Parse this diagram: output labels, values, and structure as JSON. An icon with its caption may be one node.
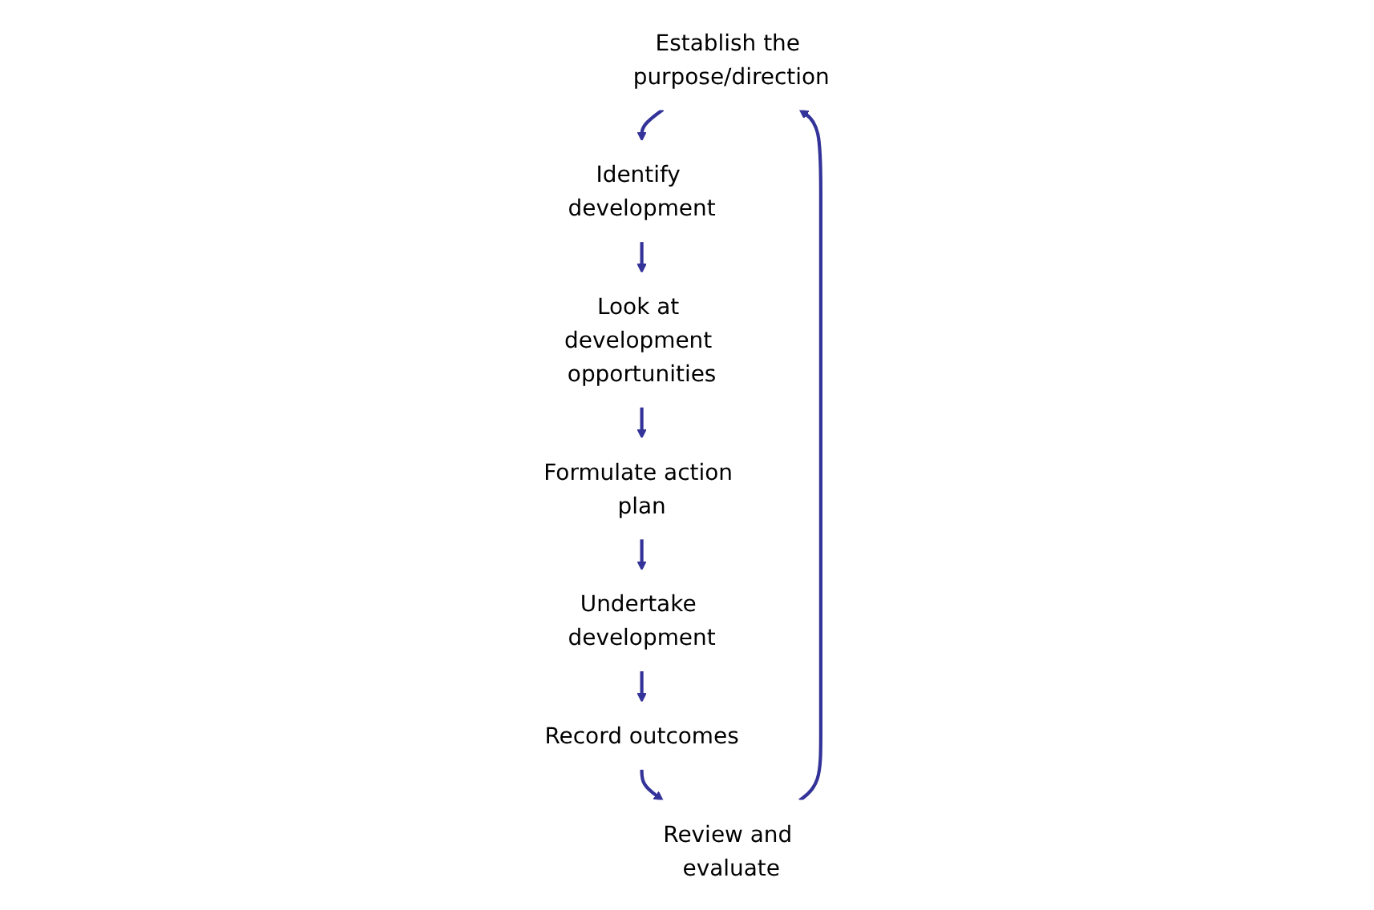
{
  "diagram": {
    "nodes": [
      {
        "text": [
          "Establish the purpose/direction"
        ]
      },
      {
        "text": [
          "Identify development"
        ]
      },
      {
        "text": [
          "Look at development opportunities"
        ]
      },
      {
        "text": [
          "Formulate action plan"
        ]
      },
      {
        "text": [
          "Undertake development"
        ]
      },
      {
        "text": [
          "Record outcomes"
        ]
      },
      {
        "text": [
          "Review and evaluate"
        ]
      }
    ],
    "edges": [
      {
        "from": 0,
        "to": 1,
        "arrow": "to"
      },
      {
        "from": 1,
        "to": 2,
        "arrow": "to"
      },
      {
        "from": 2,
        "to": 3,
        "arrow": "to"
      },
      {
        "from": 3,
        "to": 4,
        "arrow": "to"
      },
      {
        "from": 4,
        "to": 5,
        "arrow": "to"
      },
      {
        "from": 5,
        "to": 6,
        "arrow": "to"
      },
      {
        "from": 6,
        "to": 0,
        "arrow": "to"
      }
    ]
  }
}
